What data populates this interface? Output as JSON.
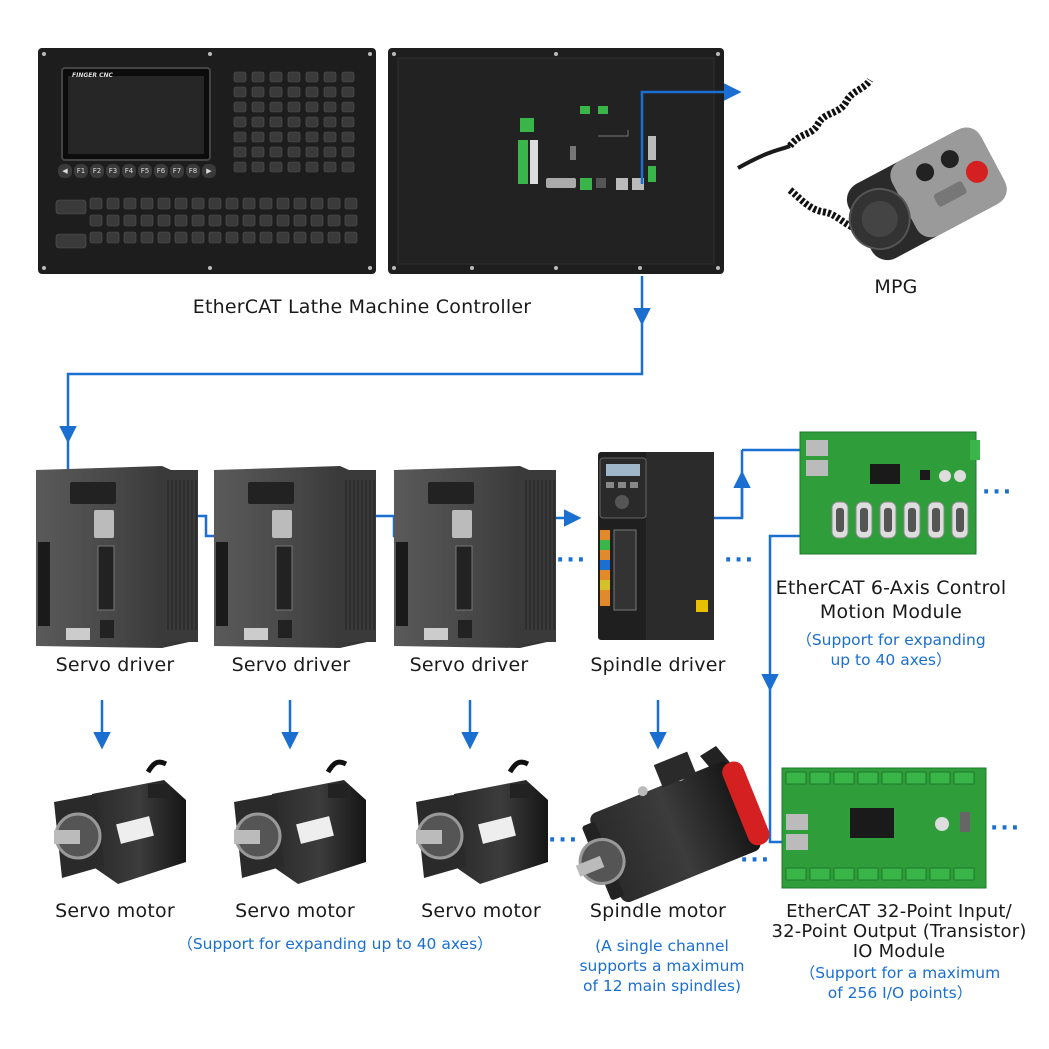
{
  "controller": {
    "label": "EtherCAT Lathe Machine Controller",
    "brand": "FINGER CNC",
    "fkeys": [
      "◀",
      "F1",
      "F2",
      "F3",
      "F4",
      "F5",
      "F6",
      "F7",
      "F8",
      "▶"
    ]
  },
  "mpg": {
    "label": "MPG"
  },
  "drivers": [
    {
      "label": "Servo driver"
    },
    {
      "label": "Servo driver"
    },
    {
      "label": "Servo driver"
    },
    {
      "label": "Spindle driver"
    }
  ],
  "motors": [
    {
      "label": "Servo motor"
    },
    {
      "label": "Servo motor"
    },
    {
      "label": "Servo motor"
    },
    {
      "label": "Spindle motor"
    }
  ],
  "servo_note": "（Support for expanding up to 40 axes）",
  "spindle_note": [
    "(A single channel",
    "supports a maximum",
    "of 12 main spindles)"
  ],
  "motion_module": {
    "label": [
      "EtherCAT 6-Axis Control",
      "Motion Module"
    ],
    "note": [
      "（Support for expanding",
      "up to 40 axes）"
    ]
  },
  "io_module": {
    "label": [
      "EtherCAT 32-Point Input/",
      "32-Point Output (Transistor)",
      "IO Module"
    ],
    "note": [
      "（Support for a maximum",
      "of 256 I/O points）"
    ]
  },
  "ellipsis": "···",
  "colors": {
    "arrow": "#1a6fd1",
    "note": "#1a6fd1",
    "panel": "#1c1c1c",
    "pcb": "#2e9d3a",
    "driver": "#4a4a4a",
    "spindle_cap": "#d42020"
  }
}
